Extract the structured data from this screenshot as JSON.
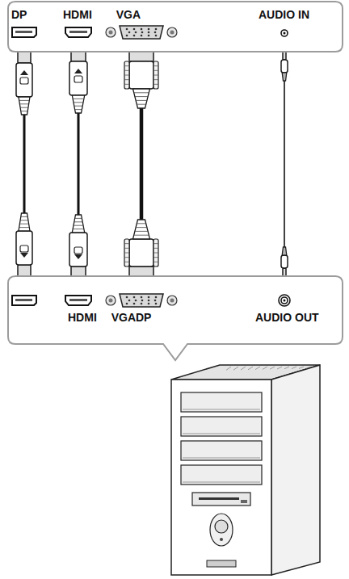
{
  "diagram": {
    "nodes": [
      {
        "text": [
          "DP",
          "HDMI VGA",
          "AUDIO IN"
        ]
      },
      {
        "text": [
          "HDMI VGADP",
          "AUDIO OUT"
        ]
      }
    ],
    "edges": [
      {
        "from": 0,
        "to": 1,
        "arrow": "none"
      },
      {
        "from": 0,
        "to": 1,
        "arrow": "none"
      },
      {
        "from": 0,
        "to": 1,
        "arrow": "none"
      },
      {
        "from": 0,
        "to": 1,
        "arrow": "none"
      }
    ]
  }
}
